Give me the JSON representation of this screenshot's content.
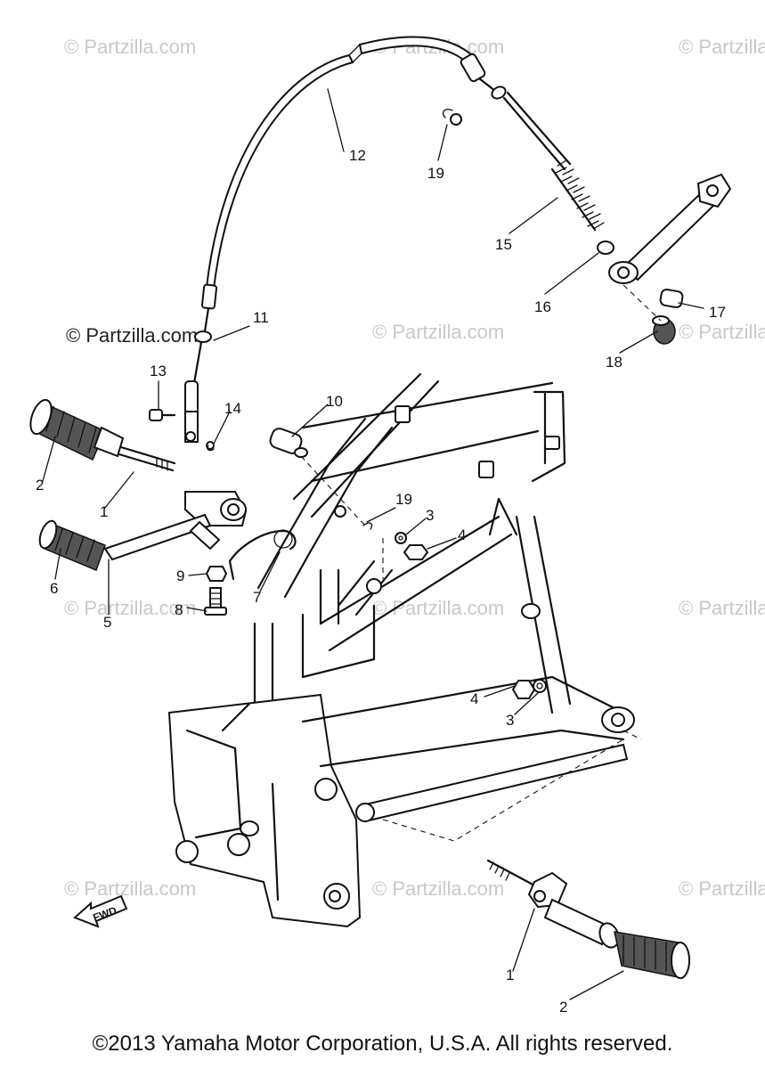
{
  "watermark": "© Partzilla.com",
  "watermark_short": "© Partzilla",
  "watermark_bold": "© Partzilla.com",
  "fwd_label": "FWD",
  "copyright": "©2013  Yamaha Motor Corporation, U.S.A. All rights reserved.",
  "callouts": {
    "c1a": "1",
    "c1b": "1",
    "c2a": "2",
    "c2b": "2",
    "c3a": "3",
    "c3b": "3",
    "c4a": "4",
    "c4b": "4",
    "c5": "5",
    "c6": "6",
    "c7": "7",
    "c8": "8",
    "c9": "9",
    "c10": "10",
    "c11": "11",
    "c12": "12",
    "c13": "13",
    "c14": "14",
    "c15": "15",
    "c16": "16",
    "c17": "17",
    "c18": "18",
    "c19a": "19",
    "c19b": "19"
  }
}
